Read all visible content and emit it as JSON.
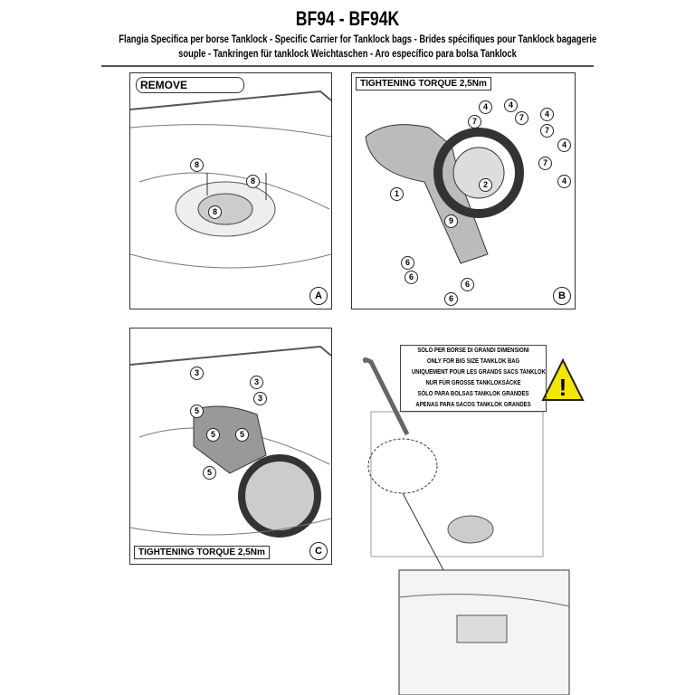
{
  "header": {
    "title": "BF94 - BF94K",
    "subtitle_line1": "Flangia Specifica per borse Tanklock - Specific Carrier for Tanklock bags - Brides spécifiques pour Tanklock bagagerie",
    "subtitle_line2": "souple - Tankringen für tanklock Weichtaschen - Aro específico para bolsa Tanklock"
  },
  "panel_a": {
    "tag": "REMOVE",
    "letter": "A",
    "callouts": [
      "8",
      "8",
      "8"
    ]
  },
  "panel_b": {
    "tag": "TIGHTENING TORQUE 2,5Nm",
    "letter": "B",
    "callouts": [
      "4",
      "4",
      "7",
      "7",
      "4",
      "7",
      "4",
      "7",
      "4",
      "1",
      "2",
      "9",
      "6",
      "6",
      "6",
      "6"
    ]
  },
  "panel_c": {
    "tag": "TIGHTENING TORQUE 2,5Nm",
    "letter": "C",
    "callouts": [
      "3",
      "3",
      "3",
      "5",
      "5",
      "5",
      "5"
    ]
  },
  "warning": {
    "lines": [
      "SOLO PER BORSE DI GRANDI DIMENSIONI",
      "ONLY FOR BIG SIZE TANKLOK BAG",
      "UNIQUEMENT POUR LES GRANDS SACS TANKLOK",
      "NUR FÜR GROSSE TANKLOKSÄCKE",
      "SÓLO PARA BOLSAS TANKLOK GRANDES",
      "APENAS PARA SACOS TANKLOK GRANDES"
    ],
    "icon": "warning-triangle-icon",
    "color": "#f5e600"
  }
}
